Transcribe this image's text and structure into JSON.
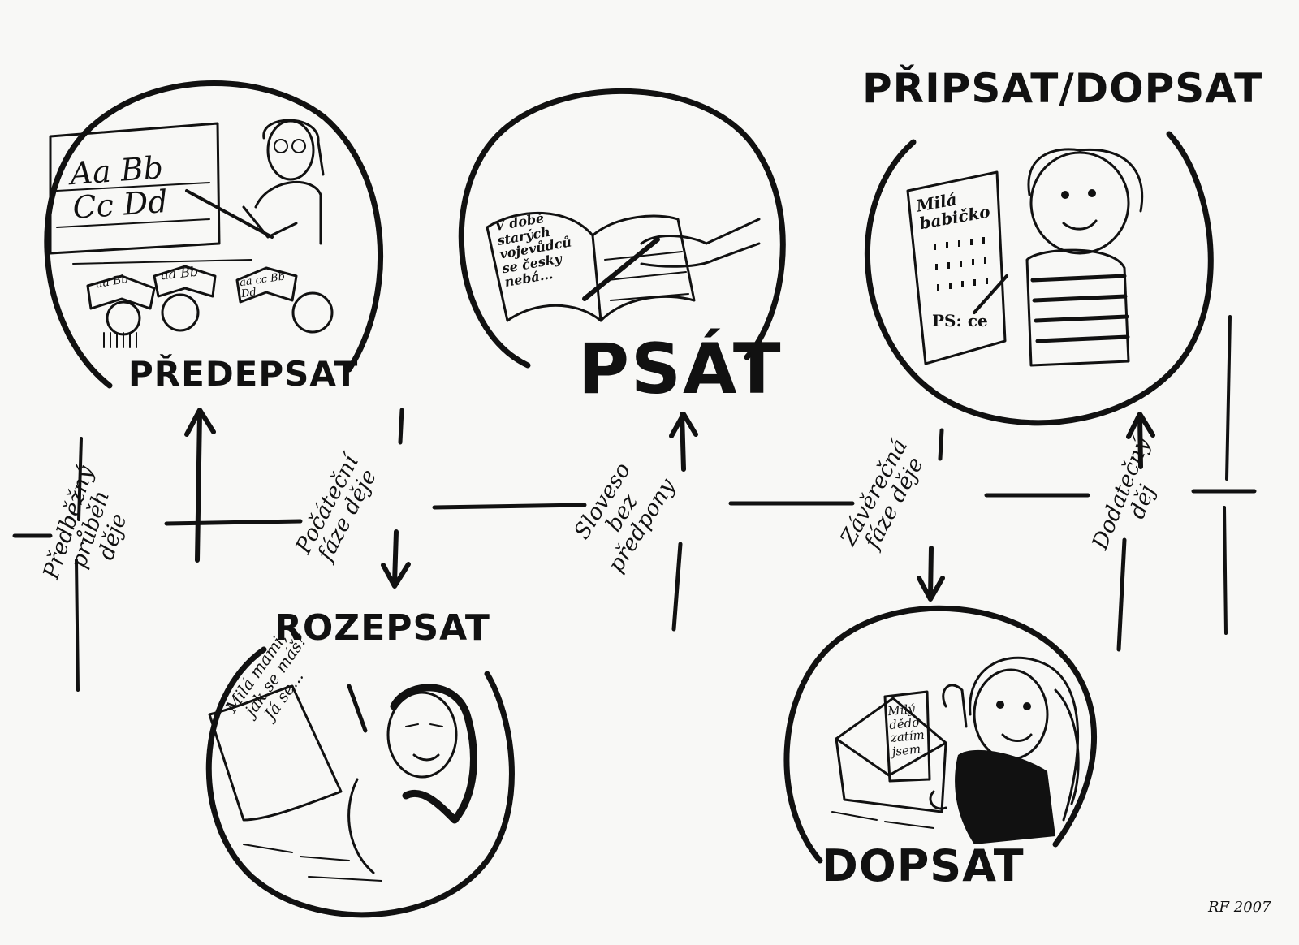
{
  "verbs": {
    "predepsat": "PŘEDEPSAT",
    "psat": "PSÁT",
    "pripsat_dopsat": "PŘIPSAT/DOPSAT",
    "rozepsat": "ROZEPSAT",
    "dopsat": "DOPSAT"
  },
  "phases": {
    "predbezny": [
      "Předběžný",
      "průběh",
      "děje"
    ],
    "pocatecni": [
      "Počáteční",
      "fáze děje"
    ],
    "bez_predpony": [
      "Sloveso",
      "bez",
      "předpony"
    ],
    "zaverecna": [
      "Závěrečná",
      "fáze děje"
    ],
    "dodatecny": [
      "Dodatečný",
      "děj"
    ]
  },
  "scenes": {
    "board": {
      "row1": "Aa Bb",
      "row2": "Cc Dd"
    },
    "books": [
      "aa Bb",
      "aa Bb",
      "aa cc Bb Dd"
    ],
    "diary": [
      "V době",
      "starých",
      "vojevůdců",
      "se česky",
      "nebá..."
    ],
    "letter_pripsat": {
      "greeting": [
        "Milá",
        "babičko"
      ],
      "ps": "PS: ce"
    },
    "letter_rozepsat": [
      "Milá mami,",
      "jak se máš?",
      "Já se..."
    ],
    "letter_dopsat": [
      "Milý",
      "dědo",
      "zatím",
      "jsem"
    ]
  },
  "signature": "RF 2007"
}
